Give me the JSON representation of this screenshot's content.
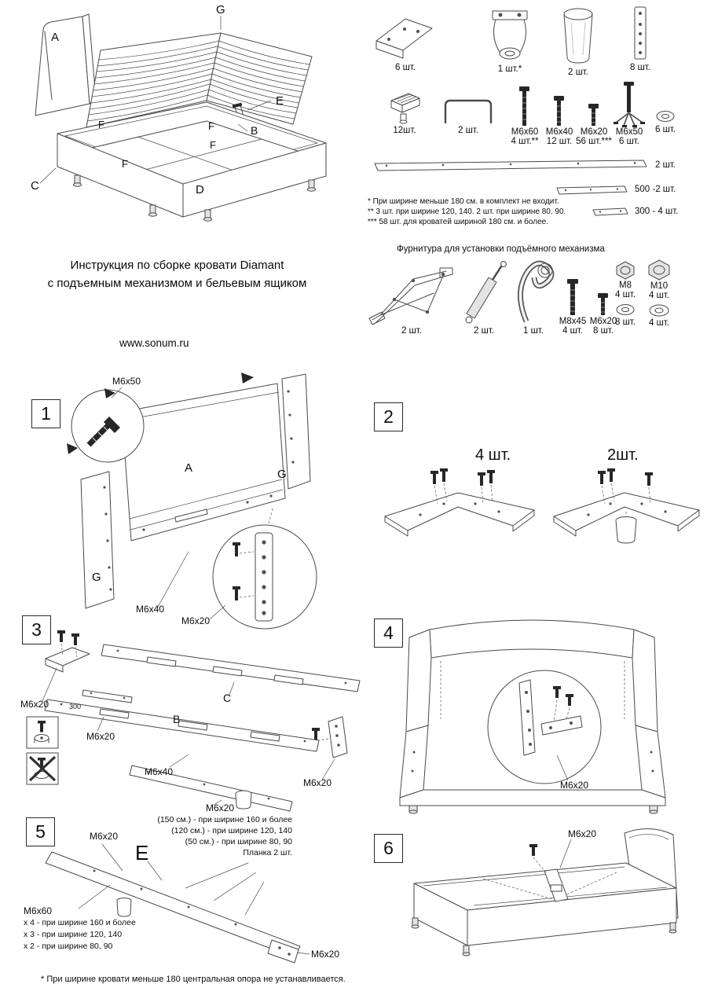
{
  "header": {
    "title_line1": "Инструкция по сборке кровати Diamant",
    "title_line2": "с подъемным механизмом и бельевым ящиком",
    "website": "www.sonum.ru"
  },
  "overview": {
    "labels": {
      "g": "G",
      "a": "A",
      "e": "E",
      "f1": "F",
      "f2": "F",
      "f3": "F",
      "f4": "F",
      "b": "B",
      "c": "C",
      "d": "D"
    }
  },
  "parts": {
    "corner_bracket_qty": "6 шт.",
    "hinge_bracket_qty": "1 шт.*",
    "leg_qty": "2 шт.",
    "plate_qty": "8 шт.",
    "clip_qty": "12шт.",
    "u_bracket_qty": "2 шт.",
    "bolt_m6x60": "M6x60",
    "bolt_m6x60_qty": "4 шт.**",
    "bolt_m6x40": "M6x40",
    "bolt_m6x40_qty": "12 шт.",
    "bolt_m6x20": "M6x20",
    "bolt_m6x20_qty": "56 шт.***",
    "bolt_m6x50": "M6x50",
    "bolt_m6x50_qty": "6 шт.",
    "washer_qty": "6 шт.",
    "rail_long_qty": "2 шт.",
    "rail_500_qty": "500 -2 шт.",
    "rail_300_qty": "300 - 4 шт.",
    "footnote1": "* При ширине меньше 180 см. в комплект не входит.",
    "footnote2": "** 3 шт. при ширине 120, 140. 2 шт. при ширине 80. 90.",
    "footnote3": "*** 58 шт. для кроватей шириной 180 см. и более."
  },
  "hardware": {
    "title": "Фурнитура для установки подъёмного механизма",
    "mechanism_qty": "2 шт.",
    "strut_qty": "2 шт.",
    "strap_qty": "1 шт.",
    "bolt_m8x45": "M8x45",
    "bolt_m8x45_qty": "4 шт.",
    "bolt_m6x20": "M6x20",
    "bolt_m6x20_qty": "8 шт.",
    "nut_m8": "M8",
    "nut_m8_qty": "4 шт.",
    "nut_m10": "M10",
    "nut_m10_qty": "4 шт.",
    "washer8_qty": "8 шт.",
    "washer4_qty": "4 шт."
  },
  "step1": {
    "num": "1",
    "m6x50": "M6x50",
    "a": "A",
    "g_right": "G",
    "g_left": "G",
    "m6x40": "M6x40",
    "m6x20": "M6x20"
  },
  "step2": {
    "num": "2",
    "qty4": "4 шт.",
    "qty2": "2шт."
  },
  "step3": {
    "num": "3",
    "m6x20_left": "M6x20",
    "len300": "300",
    "m6x20_mid": "M6x20",
    "b": "B",
    "c": "C",
    "m6x40": "M6x40",
    "m6x20_right": "M6x20",
    "m6x20_bottom": "M6x20"
  },
  "step4": {
    "num": "4",
    "m6x20": "M6x20"
  },
  "step5": {
    "num": "5",
    "m6x20_top": "M6x20",
    "e": "E",
    "note_150": "(150 см.) - при ширине 160 и более",
    "note_120": "(120 см.) - при ширине 120, 140",
    "note_50": "(50 см.) - при ширине 80, 90",
    "note_plank": "Планка 2 шт.",
    "m6x60": "M6x60",
    "m6x60_note1": "x 4 - при ширине 160 и более",
    "m6x60_note2": "x 3 - при ширине 120, 140",
    "m6x60_note3": "x 2 - при ширине 80, 90",
    "m6x20_bottom": "M6x20"
  },
  "step6": {
    "num": "6",
    "m6x20": "M6x20"
  },
  "footer": {
    "note": "* При ширине кровати меньше 180 центральная опора не устанавливается."
  }
}
